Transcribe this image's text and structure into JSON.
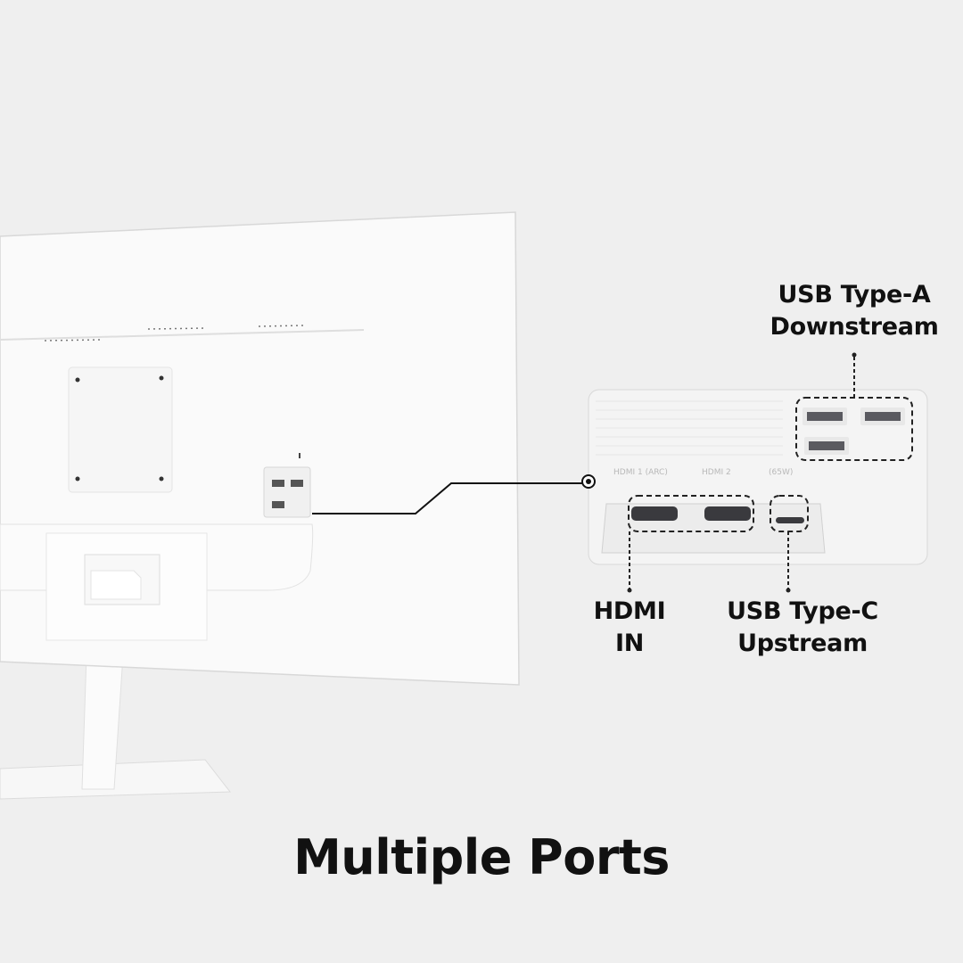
{
  "title": "Multiple Ports",
  "callouts": {
    "usb_a": {
      "line1": "USB Type-A",
      "line2": "Downstream"
    },
    "hdmi": {
      "line1": "HDMI",
      "line2": "IN"
    },
    "usb_c": {
      "line1": "USB Type-C",
      "line2": "Upstream"
    }
  },
  "port_labels": {
    "hdmi1": "HDMI 1 (ARC)",
    "hdmi2": "HDMI 2",
    "usbc": "(65W)"
  },
  "colors": {
    "background": "#efefef",
    "text": "#111111",
    "monitor": "#fafafa"
  }
}
